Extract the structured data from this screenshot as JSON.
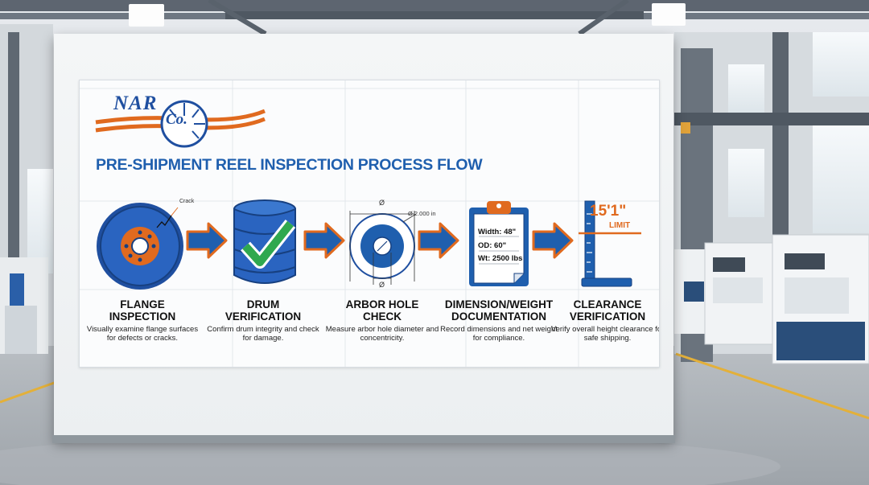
{
  "poster": {
    "title": "PRE-SHIPMENT REEL INSPECTION PROCESS FLOW",
    "logo": {
      "text_main": "NAR",
      "text_sub": "Co."
    }
  },
  "colors": {
    "brand_blue": "#1f5fae",
    "accent_orange": "#e06a1f",
    "check_green": "#2fa84f"
  },
  "steps": [
    {
      "label_line1": "FLANGE",
      "label_line2": "INSPECTION",
      "description": "Visually examine flange surfaces for defects or cracks.",
      "icon": "reel-flange-icon",
      "callout": "Crack"
    },
    {
      "label_line1": "DRUM",
      "label_line2": "VERIFICATION",
      "description": "Confirm drum integrity and check for damage.",
      "icon": "drum-checkmark-icon"
    },
    {
      "label_line1": "ARBOR HOLE",
      "label_line2": "CHECK",
      "description": "Measure arbor hole diameter and concentricity.",
      "icon": "arbor-hole-measure-icon",
      "diameter_symbol": "Ø",
      "dimension": "Ø 2.000 in"
    },
    {
      "label_line1": "DIMENSION/WEIGHT",
      "label_line2": "DOCUMENTATION",
      "description": "Record dimensions and net weight for compliance.",
      "icon": "clipboard-icon",
      "doc_lines": [
        "Width: 48\"",
        "OD: 60\"",
        "Wt: 2500 lbs"
      ]
    },
    {
      "label_line1": "CLEARANCE",
      "label_line2": "VERIFICATION",
      "description": "Verify overall height clearance for safe shipping.",
      "icon": "height-gauge-icon",
      "limit_value": "15'1\"",
      "limit_label": "LIMIT"
    }
  ]
}
